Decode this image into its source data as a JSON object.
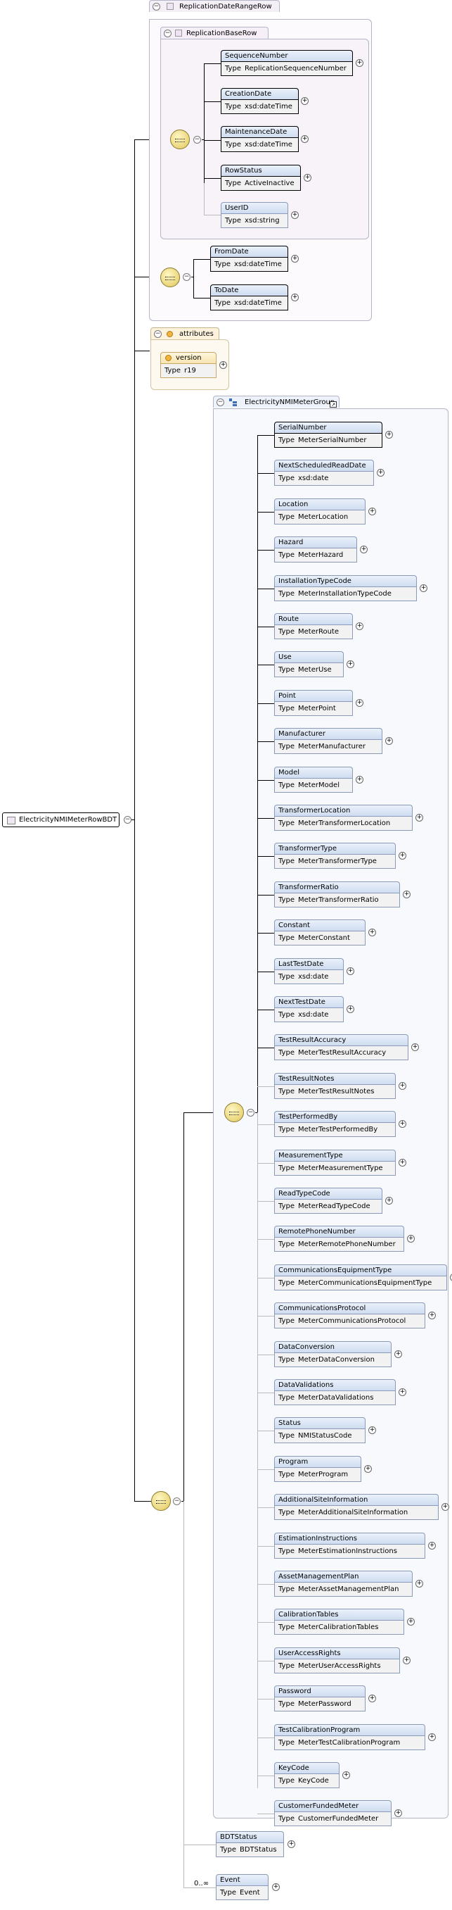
{
  "root": {
    "label": "ElectricityNMIMeterRowBDT"
  },
  "replication_range": {
    "title": "ReplicationDateRangeRow",
    "base_row": {
      "title": "ReplicationBaseRow",
      "elements": [
        {
          "name": "SequenceNumber",
          "type_label": "Type",
          "type": "ReplicationSequenceNumber"
        },
        {
          "name": "CreationDate",
          "type_label": "Type",
          "type": "xsd:dateTime"
        },
        {
          "name": "MaintenanceDate",
          "type_label": "Type",
          "type": "xsd:dateTime"
        },
        {
          "name": "RowStatus",
          "type_label": "Type",
          "type": "ActiveInactive"
        },
        {
          "name": "UserID",
          "type_label": "Type",
          "type": "xsd:string"
        }
      ]
    },
    "date_elements": [
      {
        "name": "FromDate",
        "type_label": "Type",
        "type": "xsd:dateTime"
      },
      {
        "name": "ToDate",
        "type_label": "Type",
        "type": "xsd:dateTime"
      }
    ]
  },
  "attributes": {
    "title": "attributes",
    "items": [
      {
        "name": "version",
        "type_label": "Type",
        "type": "r19"
      }
    ]
  },
  "meter_group": {
    "title": "ElectricityNMIMeterGroup",
    "elements": [
      {
        "name": "SerialNumber",
        "type_label": "Type",
        "type": "MeterSerialNumber"
      },
      {
        "name": "NextScheduledReadDate",
        "type_label": "Type",
        "type": "xsd:date"
      },
      {
        "name": "Location",
        "type_label": "Type",
        "type": "MeterLocation"
      },
      {
        "name": "Hazard",
        "type_label": "Type",
        "type": "MeterHazard"
      },
      {
        "name": "InstallationTypeCode",
        "type_label": "Type",
        "type": "MeterInstallationTypeCode"
      },
      {
        "name": "Route",
        "type_label": "Type",
        "type": "MeterRoute"
      },
      {
        "name": "Use",
        "type_label": "Type",
        "type": "MeterUse"
      },
      {
        "name": "Point",
        "type_label": "Type",
        "type": "MeterPoint"
      },
      {
        "name": "Manufacturer",
        "type_label": "Type",
        "type": "MeterManufacturer"
      },
      {
        "name": "Model",
        "type_label": "Type",
        "type": "MeterModel"
      },
      {
        "name": "TransformerLocation",
        "type_label": "Type",
        "type": "MeterTransformerLocation"
      },
      {
        "name": "TransformerType",
        "type_label": "Type",
        "type": "MeterTransformerType"
      },
      {
        "name": "TransformerRatio",
        "type_label": "Type",
        "type": "MeterTransformerRatio"
      },
      {
        "name": "Constant",
        "type_label": "Type",
        "type": "MeterConstant"
      },
      {
        "name": "LastTestDate",
        "type_label": "Type",
        "type": "xsd:date"
      },
      {
        "name": "NextTestDate",
        "type_label": "Type",
        "type": "xsd:date"
      },
      {
        "name": "TestResultAccuracy",
        "type_label": "Type",
        "type": "MeterTestResultAccuracy"
      },
      {
        "name": "TestResultNotes",
        "type_label": "Type",
        "type": "MeterTestResultNotes"
      },
      {
        "name": "TestPerformedBy",
        "type_label": "Type",
        "type": "MeterTestPerformedBy"
      },
      {
        "name": "MeasurementType",
        "type_label": "Type",
        "type": "MeterMeasurementType"
      },
      {
        "name": "ReadTypeCode",
        "type_label": "Type",
        "type": "MeterReadTypeCode"
      },
      {
        "name": "RemotePhoneNumber",
        "type_label": "Type",
        "type": "MeterRemotePhoneNumber"
      },
      {
        "name": "CommunicationsEquipmentType",
        "type_label": "Type",
        "type": "MeterCommunicationsEquipmentType"
      },
      {
        "name": "CommunicationsProtocol",
        "type_label": "Type",
        "type": "MeterCommunicationsProtocol"
      },
      {
        "name": "DataConversion",
        "type_label": "Type",
        "type": "MeterDataConversion"
      },
      {
        "name": "DataValidations",
        "type_label": "Type",
        "type": "MeterDataValidations"
      },
      {
        "name": "Status",
        "type_label": "Type",
        "type": "NMIStatusCode"
      },
      {
        "name": "Program",
        "type_label": "Type",
        "type": "MeterProgram"
      },
      {
        "name": "AdditionalSiteInformation",
        "type_label": "Type",
        "type": "MeterAdditionalSiteInformation"
      },
      {
        "name": "EstimationInstructions",
        "type_label": "Type",
        "type": "MeterEstimationInstructions"
      },
      {
        "name": "AssetManagementPlan",
        "type_label": "Type",
        "type": "MeterAssetManagementPlan"
      },
      {
        "name": "CalibrationTables",
        "type_label": "Type",
        "type": "MeterCalibrationTables"
      },
      {
        "name": "UserAccessRights",
        "type_label": "Type",
        "type": "MeterUserAccessRights"
      },
      {
        "name": "Password",
        "type_label": "Type",
        "type": "MeterPassword"
      },
      {
        "name": "TestCalibrationProgram",
        "type_label": "Type",
        "type": "MeterTestCalibrationProgram"
      },
      {
        "name": "KeyCode",
        "type_label": "Type",
        "type": "KeyCode"
      },
      {
        "name": "CustomerFundedMeter",
        "type_label": "Type",
        "type": "CustomerFundedMeter"
      }
    ]
  },
  "trailing_elements": [
    {
      "name": "BDTStatus",
      "type_label": "Type",
      "type": "BDTStatus",
      "occurs": ""
    },
    {
      "name": "Event",
      "type_label": "Type",
      "type": "Event",
      "occurs": "0..∞"
    }
  ],
  "symbols": {
    "collapse": "−",
    "expand": "+"
  }
}
